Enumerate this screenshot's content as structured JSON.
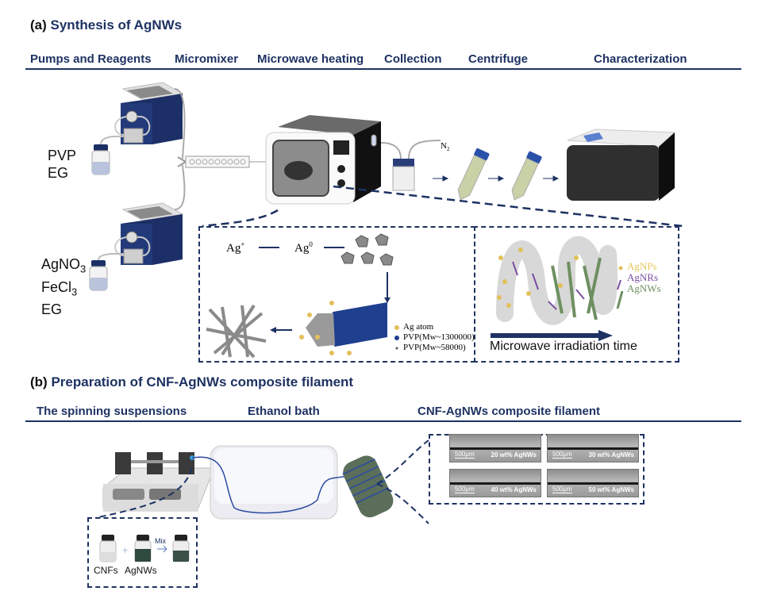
{
  "section_a": {
    "tag": "(a)",
    "title": "Synthesis of AgNWs",
    "steps": [
      "Pumps and Reagents",
      "Micromixer",
      "Microwave heating",
      "Collection",
      "Centrifuge",
      "Characterization"
    ],
    "reagents_top": [
      "PVP",
      "EG"
    ],
    "reagents_bottom": {
      "line1": "AgNO",
      "line1_sub": "3",
      "line2": "FeCl",
      "line2_sub": "3",
      "line3": "EG"
    },
    "gas_label": "N",
    "gas_sub": "2",
    "mechanism": {
      "ag_plus": "Ag",
      "ag_plus_sup": "+",
      "ag_zero": "Ag",
      "ag_zero_sup": "0",
      "legend": [
        "Ag atom",
        "PVP(Mw~1300000)",
        "PVP(Mw~58000)"
      ]
    },
    "growth": {
      "legend": [
        {
          "label": "AgNPs",
          "color": "#e6c85a"
        },
        {
          "label": "AgNRs",
          "color": "#7a4ea0"
        },
        {
          "label": "AgNWs",
          "color": "#6e8f62"
        }
      ],
      "axis_label": "Microwave irradiation time"
    }
  },
  "section_b": {
    "tag": "(b)",
    "title": "Preparation of CNF-AgNWs composite filament",
    "steps": [
      "The spinning suspensions",
      "Ethanol bath",
      "CNF-AgNWs composite filament"
    ],
    "suspension": {
      "labels": [
        "CNFs",
        "AgNWs"
      ],
      "mix_label": "Mix"
    },
    "micrographs": [
      {
        "scale": "500μm",
        "label": "20 wt% AgNWs"
      },
      {
        "scale": "500μm",
        "label": "30 wt% AgNWs"
      },
      {
        "scale": "500μm",
        "label": "40 wt% AgNWs"
      },
      {
        "scale": "500μm",
        "label": "50 wt% AgNWs"
      }
    ]
  },
  "colors": {
    "accent": "#1e3262",
    "pump_body": "#1c2f66",
    "characterization_screen": "#5a80d0"
  }
}
